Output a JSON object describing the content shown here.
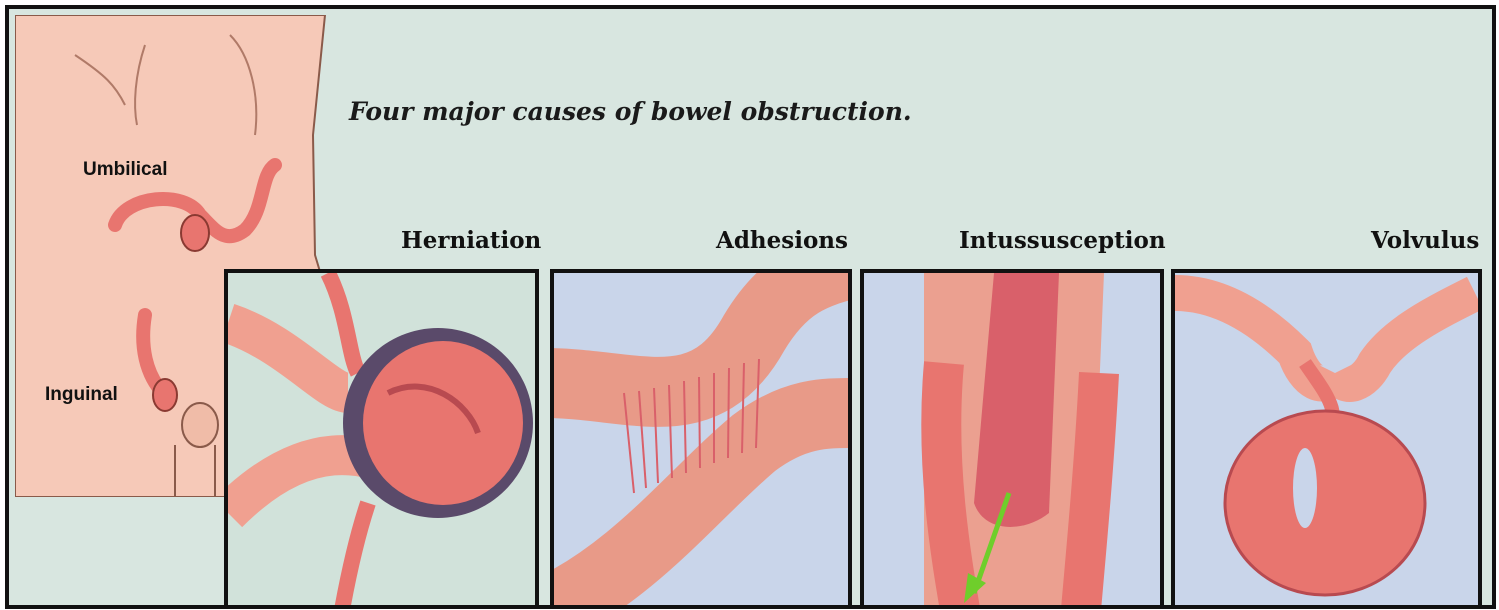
{
  "title": "Four major causes of bowel obstruction.",
  "hernia_labels": {
    "umbilical": "Umbilical",
    "inguinal": "Inguinal"
  },
  "panels": [
    {
      "label": "Herniation"
    },
    {
      "label": "Adhesions"
    },
    {
      "label": "Intussusception"
    },
    {
      "label": "Volvulus"
    }
  ],
  "colors": {
    "background": "#d8e6e0",
    "panel_bg": "#c9d5ea",
    "skin": "#f6c9b8",
    "bowel": "#e8756f",
    "arrow": "#6fce2b"
  }
}
